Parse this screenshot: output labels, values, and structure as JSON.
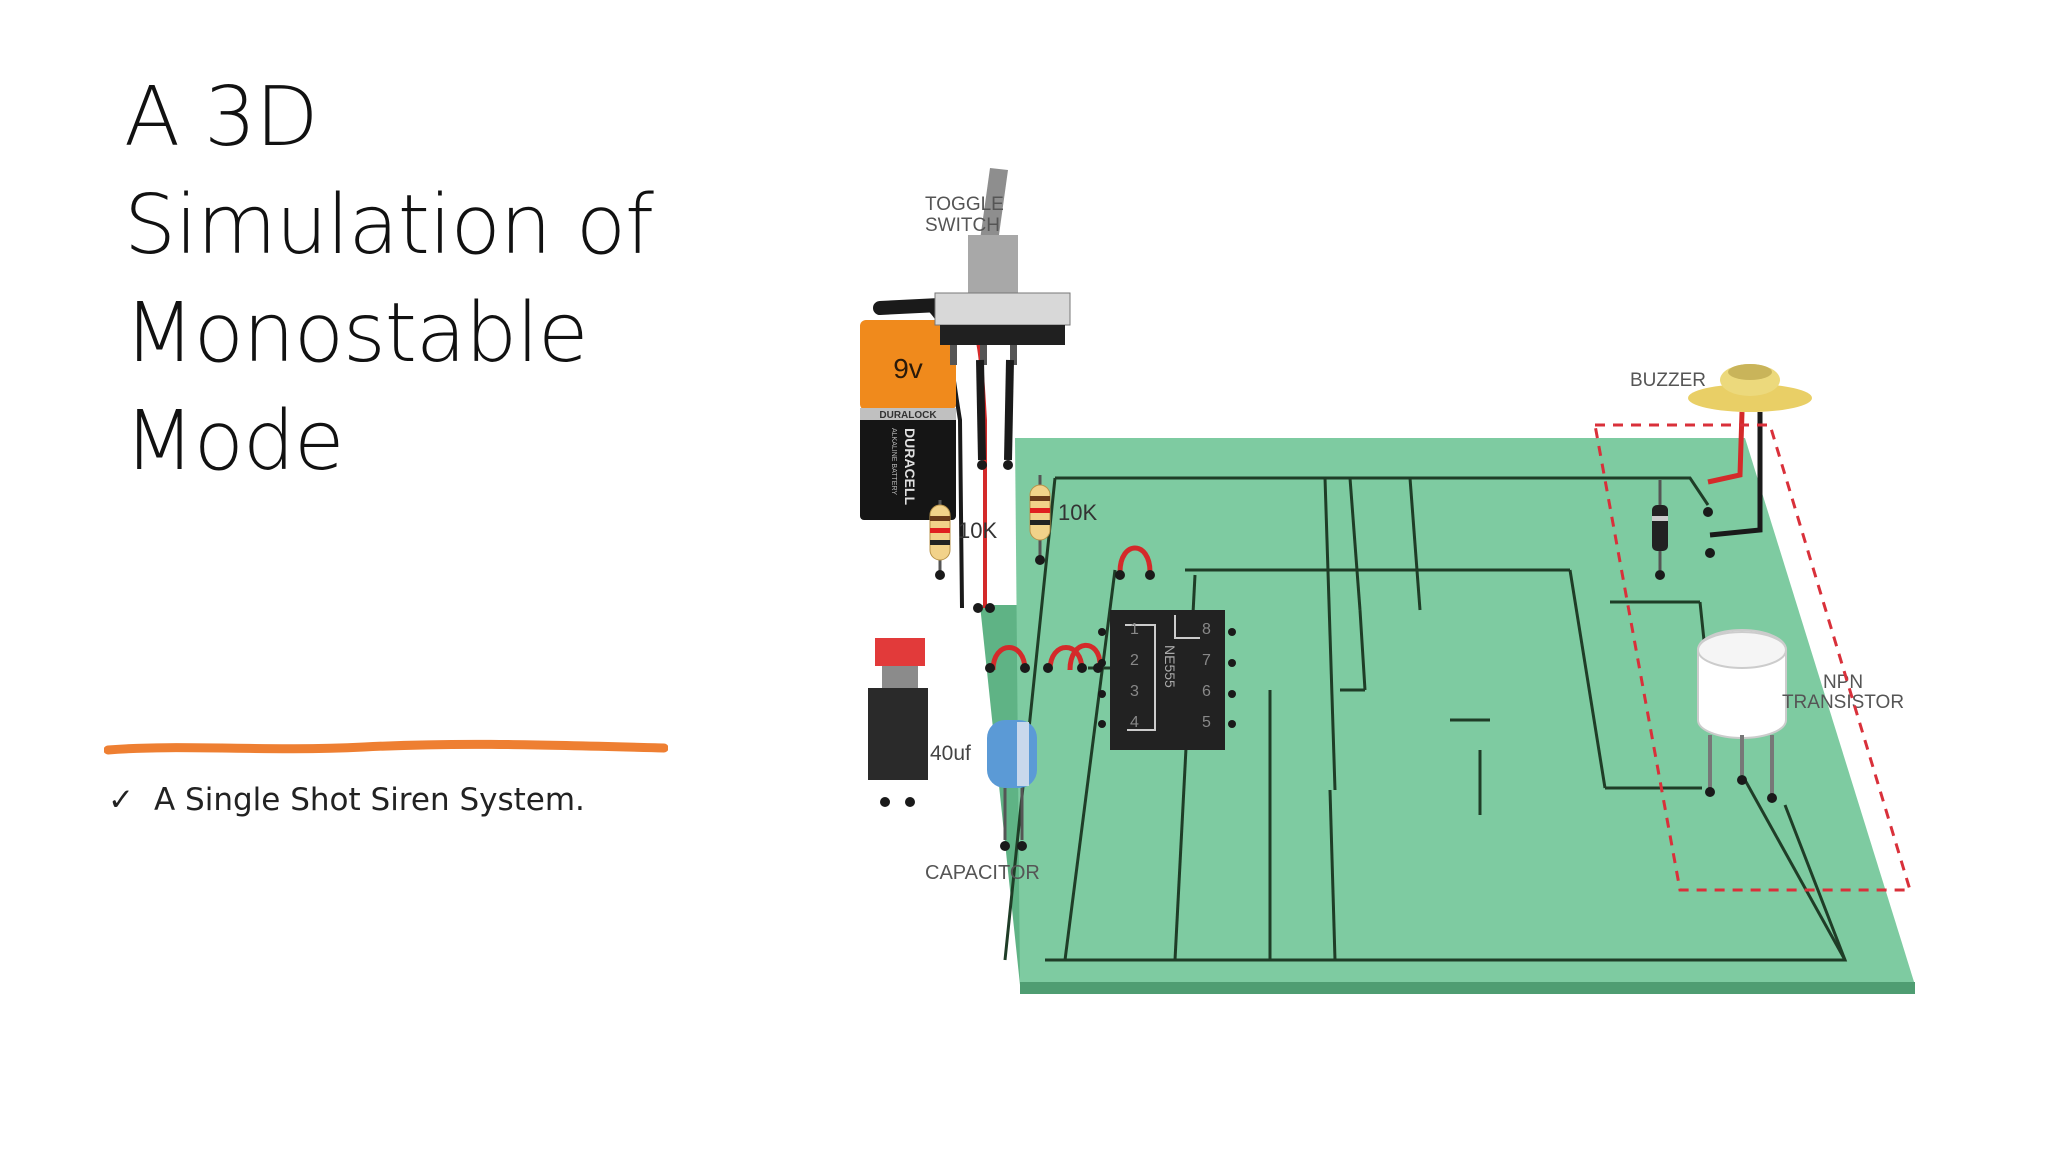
{
  "slide": {
    "title_lines": [
      "A 3D",
      "Simulation of",
      "Monostable",
      "Mode"
    ],
    "bullet": {
      "check": "✓",
      "text": "A Single Shot Siren System."
    }
  },
  "colors": {
    "pcb": "#7ecba1",
    "pcb_edge": "#5fb385",
    "trace": "#1f3d27",
    "accent_underline": "#ee7f32",
    "wire_red": "#d42a2a",
    "dashed_box": "#d9303a"
  },
  "circuit": {
    "labels": {
      "toggle_switch": [
        "TOGGLE",
        "SWITCH"
      ],
      "buzzer": "BUZZER",
      "resistor_left": "10K",
      "resistor_right": "10K",
      "capacitor_value": "40uf",
      "capacitor": "CAPACITOR",
      "npn_transistor": [
        "NPN",
        "TRANSISTOR"
      ],
      "battery_voltage": "9v",
      "battery_band": "DURALOCK",
      "battery_brand": "DURACELL",
      "battery_sub": "ALKALINE BATTERY",
      "ic_name": "NE555",
      "ic_pins_left": [
        "1",
        "2",
        "3",
        "4"
      ],
      "ic_pins_right": [
        "8",
        "7",
        "6",
        "5"
      ]
    }
  }
}
